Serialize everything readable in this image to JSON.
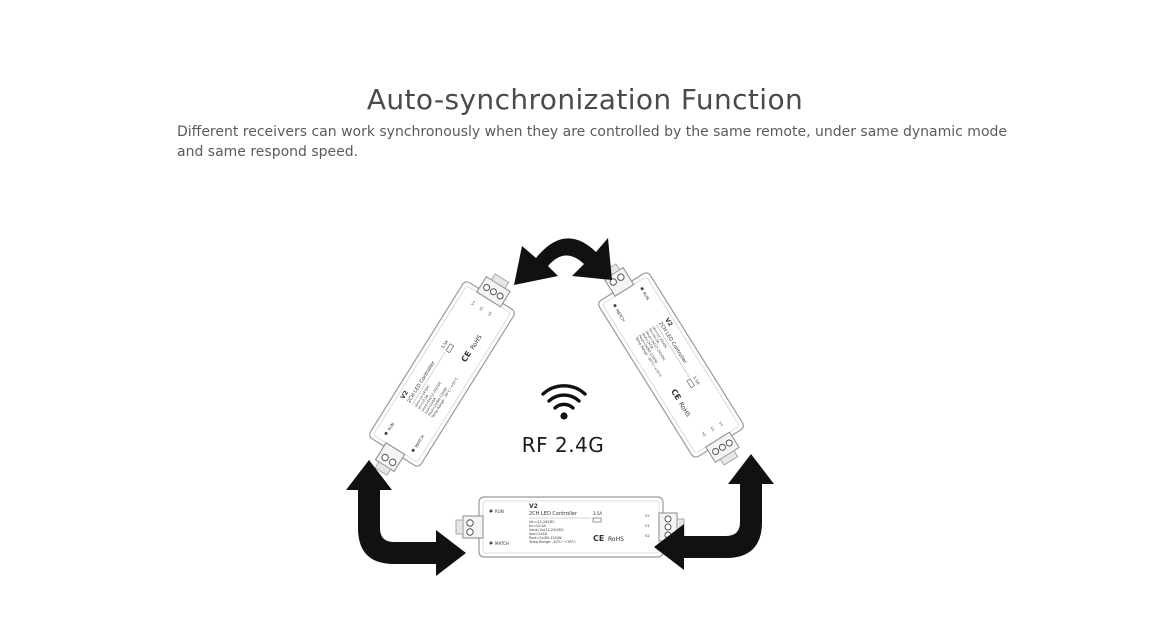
{
  "title": "Auto-synchronization Function",
  "description": "Different receivers can work synchronously when they are controlled by the same remote, under same dynamic mode and same respond speed.",
  "center": {
    "label": "RF 2.4G",
    "icon": "wifi-icon"
  },
  "controller": {
    "model": "V2",
    "name": "2CH LED Controller",
    "specs": [
      "Uin=12-24VDC",
      "Iin=10.5A",
      "Uout=2x(12-24)VDC",
      "Iout=2x5A",
      "Pout=2x(60-120)W",
      "Temp Range: -30°C~+55°C"
    ],
    "marks": "CE RoHS",
    "run_label": "RUN",
    "match_label": "MATCH"
  },
  "arrows": [
    "double-arrow-top",
    "arrow-bottom-left",
    "arrow-bottom-right"
  ],
  "colors": {
    "arrow": "#111111",
    "device_stroke": "#9a9a9a",
    "device_fill": "#ffffff"
  }
}
